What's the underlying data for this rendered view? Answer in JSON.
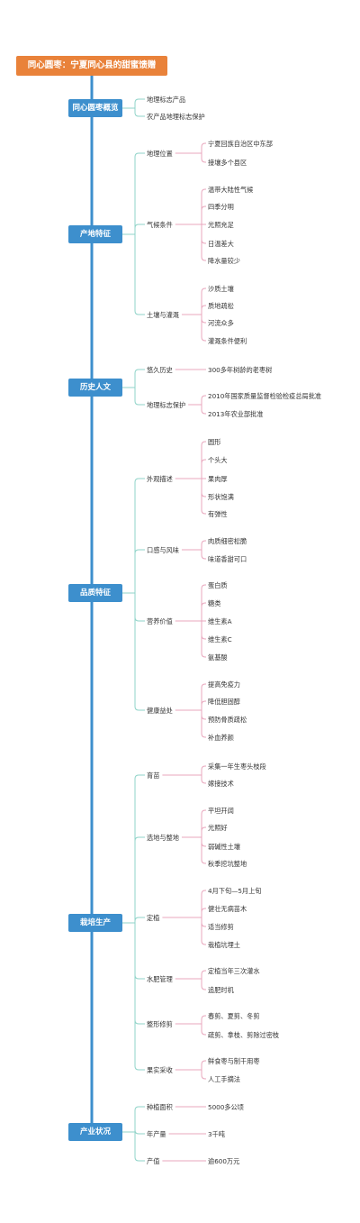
{
  "root": "同心圆枣：宁夏同心县的甜蜜馈赠",
  "sections": [
    {
      "label": "同心圆枣概览",
      "items": [
        {
          "label": "地理标志产品"
        },
        {
          "label": "农产品地理标志保护"
        }
      ]
    },
    {
      "label": "产地特征",
      "items": [
        {
          "label": "地理位置",
          "children": [
            "宁夏回族自治区中东部",
            "接壤多个县区"
          ]
        },
        {
          "label": "气候条件",
          "children": [
            "温带大陆性气候",
            "四季分明",
            "光照充足",
            "日温差大",
            "降水量较少"
          ]
        },
        {
          "label": "土壤与灌溉",
          "children": [
            "沙质土壤",
            "质地疏松",
            "河流众多",
            "灌溉条件便利"
          ]
        }
      ]
    },
    {
      "label": "历史人文",
      "items": [
        {
          "label": "悠久历史",
          "children": [
            "300多年树龄的老枣树"
          ]
        },
        {
          "label": "地理标志保护",
          "children": [
            "2010年国家质量监督检验检疫总局批准",
            "2013年农业部批准"
          ]
        }
      ]
    },
    {
      "label": "品质特征",
      "items": [
        {
          "label": "外观描述",
          "children": [
            "圆形",
            "个头大",
            "果肉厚",
            "形状饱满",
            "有弹性"
          ]
        },
        {
          "label": "口感与风味",
          "children": [
            "肉质细密松脆",
            "味道香甜可口"
          ]
        },
        {
          "label": "营养价值",
          "children": [
            "蛋白质",
            "糖类",
            "维生素A",
            "维生素C",
            "氨基酸"
          ]
        },
        {
          "label": "健康益处",
          "children": [
            "提高免疫力",
            "降低胆固醇",
            "预防骨质疏松",
            "补血养颜"
          ]
        }
      ]
    },
    {
      "label": "栽培生产",
      "items": [
        {
          "label": "育苗",
          "children": [
            "采集一年生枣头枝段",
            "嫁接技术"
          ]
        },
        {
          "label": "选地与整地",
          "children": [
            "平坦开阔",
            "光照好",
            "弱碱性土壤",
            "秋季挖坑整地"
          ]
        },
        {
          "label": "定植",
          "children": [
            "4月下旬—5月上旬",
            "健壮无病苗木",
            "适当修剪",
            "栽植坑埋土"
          ]
        },
        {
          "label": "水肥管理",
          "children": [
            "定植当年三次灌水",
            "追肥时机"
          ]
        },
        {
          "label": "整形修剪",
          "children": [
            "春剪、夏剪、冬剪",
            "疏剪、拿枝、剪除过密枝"
          ]
        },
        {
          "label": "果实采收",
          "children": [
            "鲜食枣与制干用枣",
            "人工手摘法"
          ]
        }
      ]
    },
    {
      "label": "产业状况",
      "items": [
        {
          "label": "种植面积",
          "children": [
            "5000多公顷"
          ]
        },
        {
          "label": "年产量",
          "children": [
            "3千吨"
          ]
        },
        {
          "label": "产值",
          "children": [
            "逾600万元"
          ]
        }
      ]
    }
  ],
  "colors": {
    "root_fill": "#e9823a",
    "section_fill": "#3d8fcd",
    "trunk_line": "#3d8fcd",
    "section_link": "#8fd3c8",
    "leaf_link": "#e8a7bd"
  }
}
